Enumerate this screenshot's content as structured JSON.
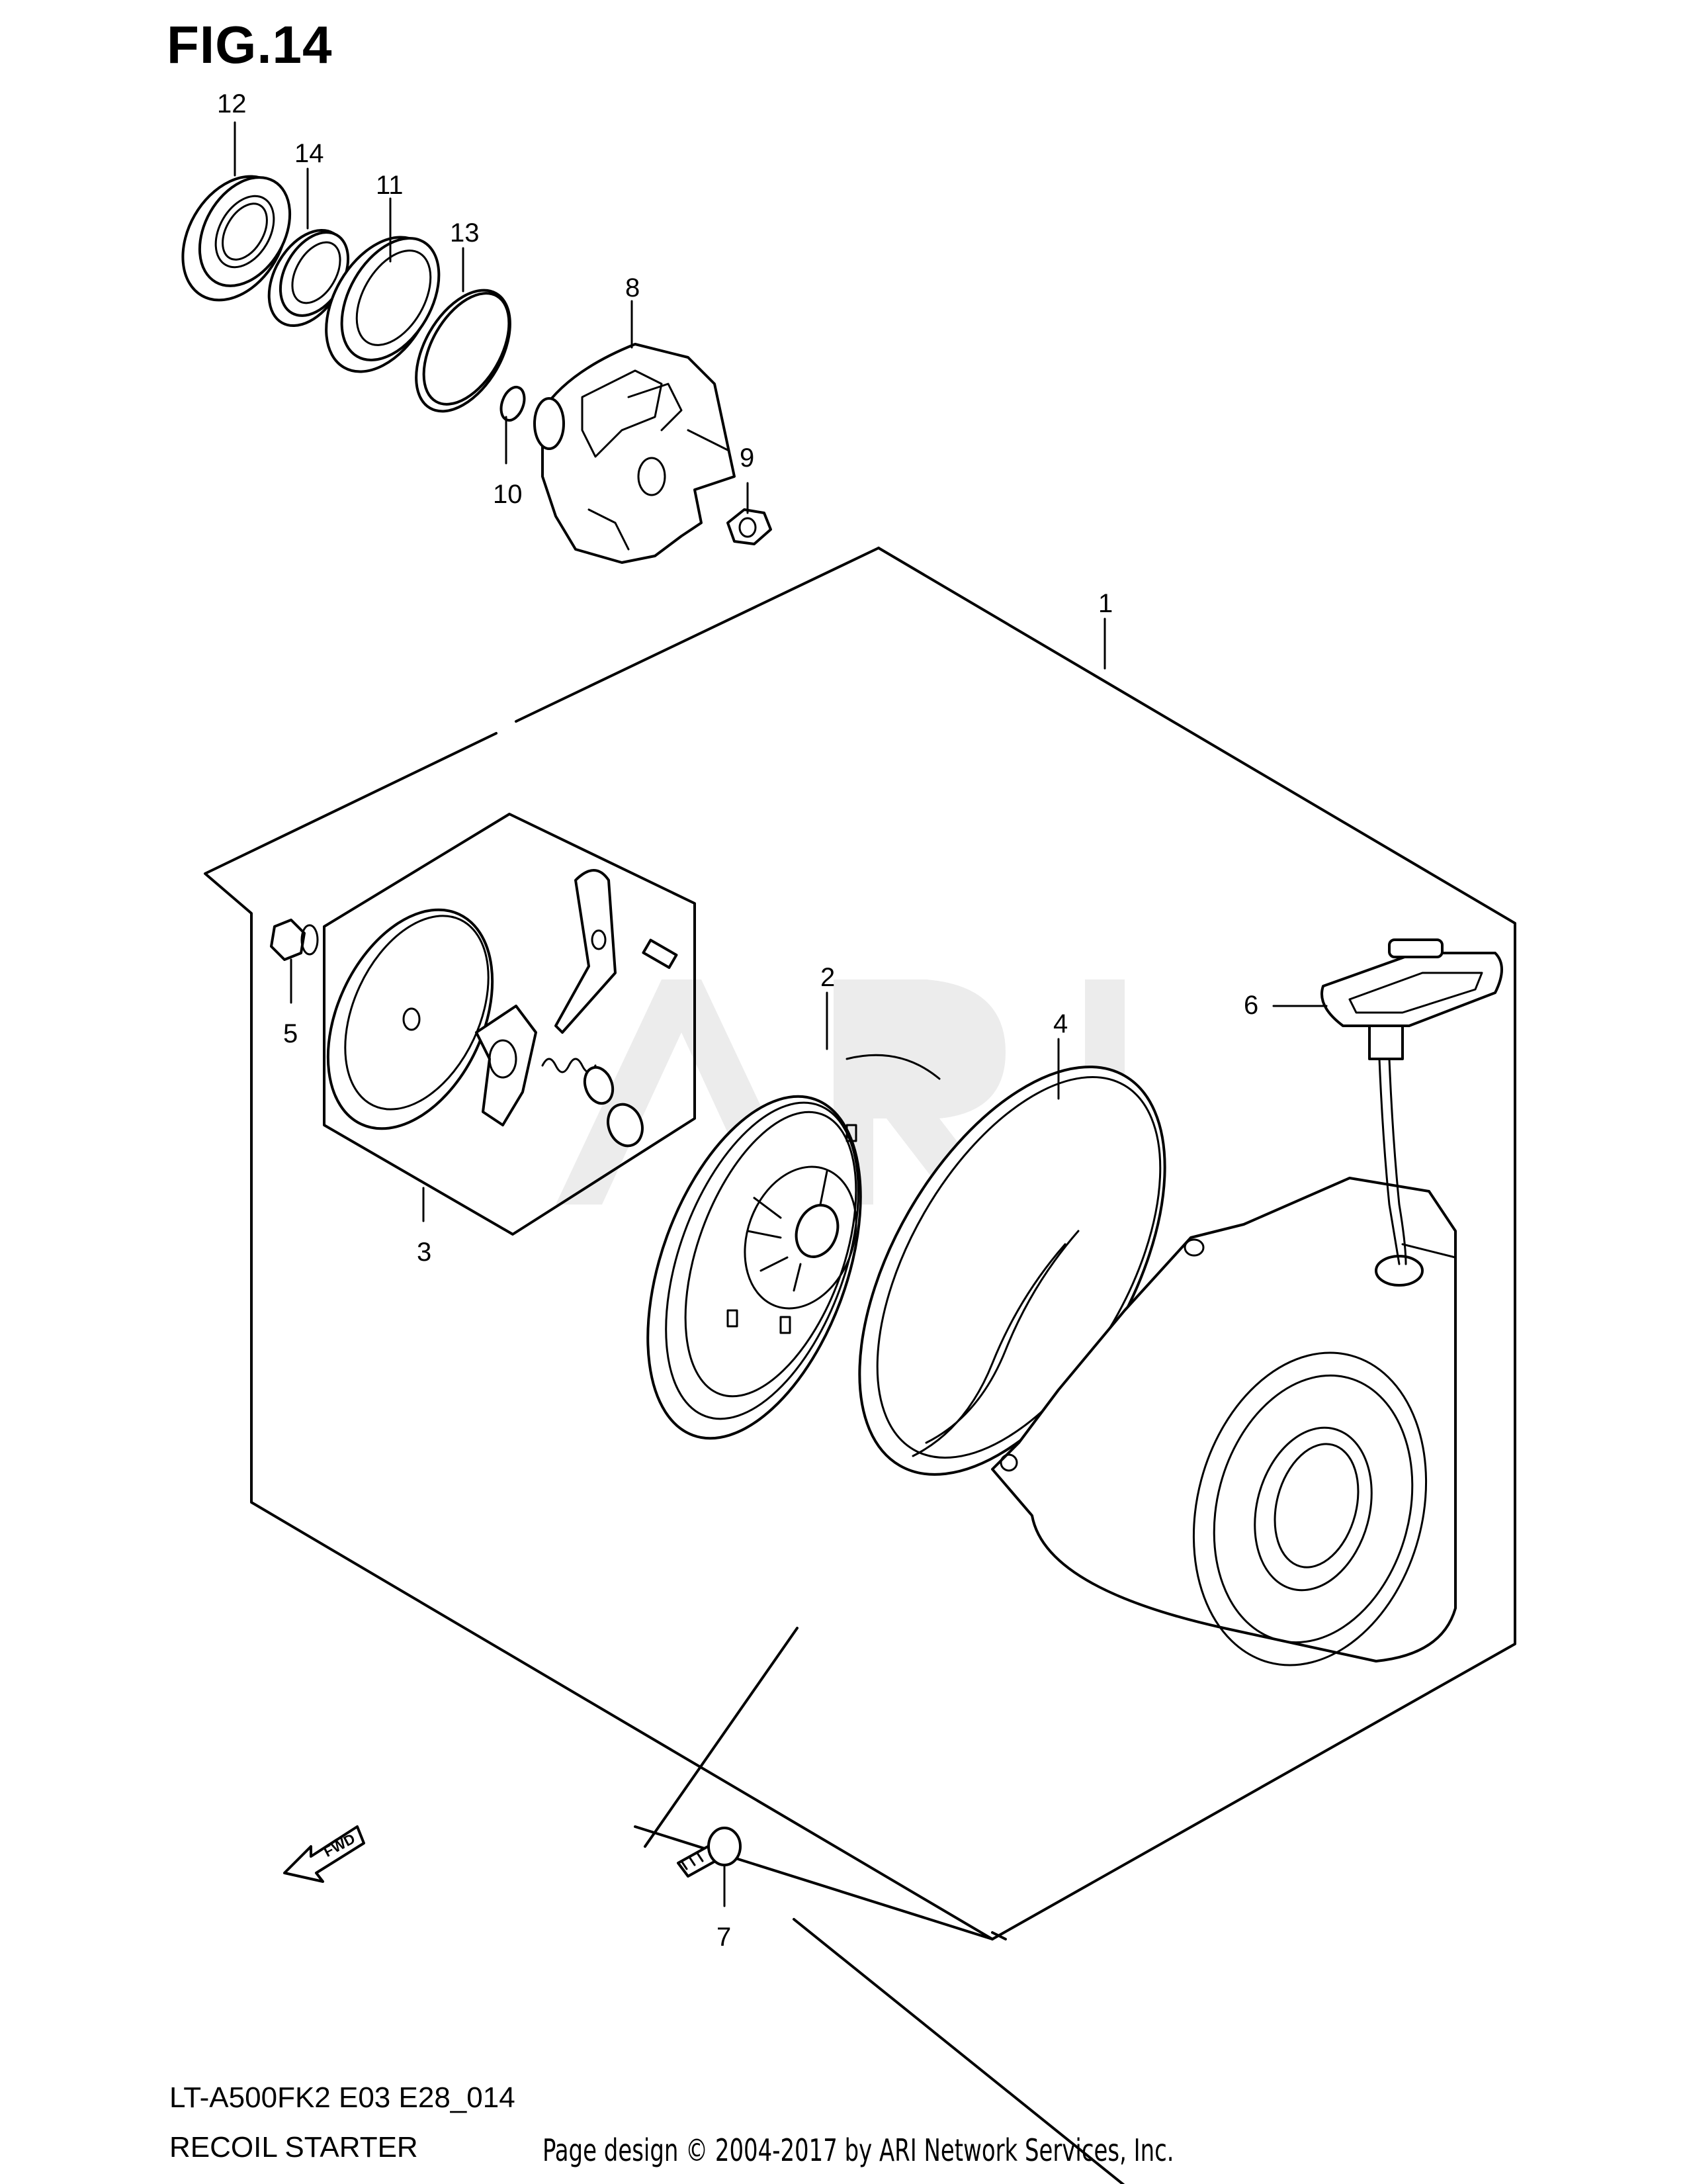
{
  "figure_title": "FIG.14",
  "model_code": "LT-A500FK2 E03 E28_014",
  "section_name": "RECOIL STARTER",
  "copyright": "Page design © 2004-2017 by ARI Network Services, Inc.",
  "fwd_label": "FWD",
  "callouts": {
    "c1": "1",
    "c2": "2",
    "c3": "3",
    "c4": "4",
    "c5": "5",
    "c6": "6",
    "c7": "7",
    "c8": "8",
    "c9": "9",
    "c10": "10",
    "c11": "11",
    "c12": "12",
    "c13": "13",
    "c14": "14"
  },
  "colors": {
    "line": "#000000",
    "background": "#ffffff",
    "watermark": "#ececec"
  }
}
